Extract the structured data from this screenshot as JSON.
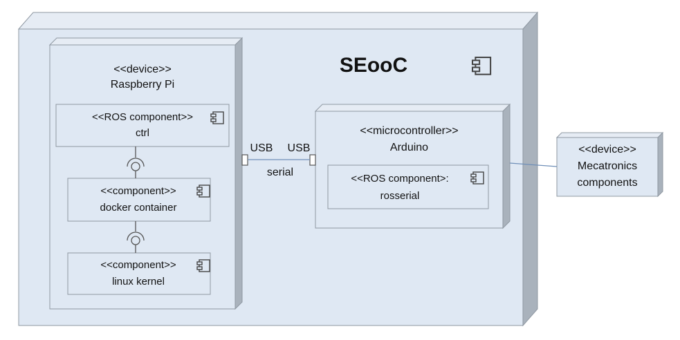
{
  "system": {
    "title": "SEooC"
  },
  "raspberry": {
    "stereotype": "<<device>>",
    "name": "Raspberry Pi",
    "ctrl": {
      "stereotype": "<<ROS component>>",
      "name": "ctrl"
    },
    "docker": {
      "stereotype": "<<component>>",
      "name": "docker container"
    },
    "kernel": {
      "stereotype": "<<component>>",
      "name": "linux  kernel"
    }
  },
  "connection": {
    "left_port": "USB",
    "right_port": "USB",
    "label": "serial"
  },
  "arduino": {
    "stereotype": "<<microcontroller>>",
    "name": "Arduino",
    "rosserial": {
      "stereotype": "<<ROS component>:",
      "name": "rosserial"
    }
  },
  "mecatronics": {
    "stereotype": "<<device>>",
    "name_line1": "Mecatronics",
    "name_line2": "components"
  },
  "colors": {
    "node_face": "#dfe8f3",
    "node_side": "#a9b2bc",
    "node_top": "#e6ecf4",
    "stroke": "#8f98a2",
    "line": "#6f8fb8"
  },
  "icons": [
    "component-icon"
  ]
}
